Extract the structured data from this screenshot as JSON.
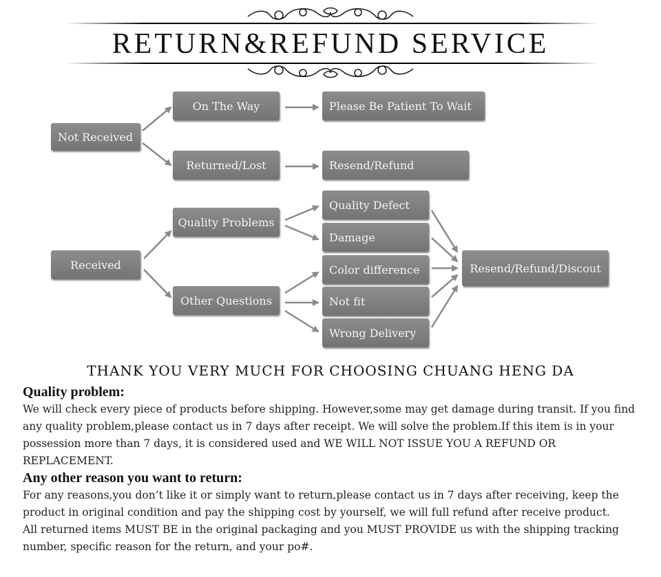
{
  "header": {
    "title": "RETURN&REFUND SERVICE"
  },
  "flow": {
    "not_received": "Not Received",
    "on_the_way": "On The Way",
    "please_wait": "Please Be Patient To Wait",
    "returned_lost": "Returned/Lost",
    "resend_refund": "Resend/Refund",
    "received": "Received",
    "quality_problems": "Quality Problems",
    "other_questions": "Other Questions",
    "quality_defect": "Quality Defect",
    "damage": "Damage",
    "color_difference": "Color difference",
    "not_fit": "Not fit",
    "wrong_delivery": "Wrong Delivery",
    "resend_refund_discount": "Resend/Refund/Discout"
  },
  "thanks": "THANK YOU VERY MUCH FOR CHOOSING CHUANG HENG DA",
  "policy": {
    "quality_heading": "Quality problem:",
    "quality_text": "We will check every piece of products before shipping. However,some may get damage during transit. If you find any quality problem,please contact us in 7 days after receipt. We will solve the problem.If this item is in your possession more than 7 days, it is considered used and WE WILL NOT ISSUE YOU A REFUND OR REPLACEMENT.",
    "other_heading": "Any other reason you want to return:",
    "other_text": "For any reasons,you don’t like it or simply want to return,please contact us in 7 days after receiving, keep the product in original condition and pay the shipping cost by yourself, we will full refund after receive product.",
    "packaging_text": "All returned items MUST BE in the original packaging and you MUST PROVIDE us with the shipping tracking number, specific reason for the return, and your po#."
  }
}
